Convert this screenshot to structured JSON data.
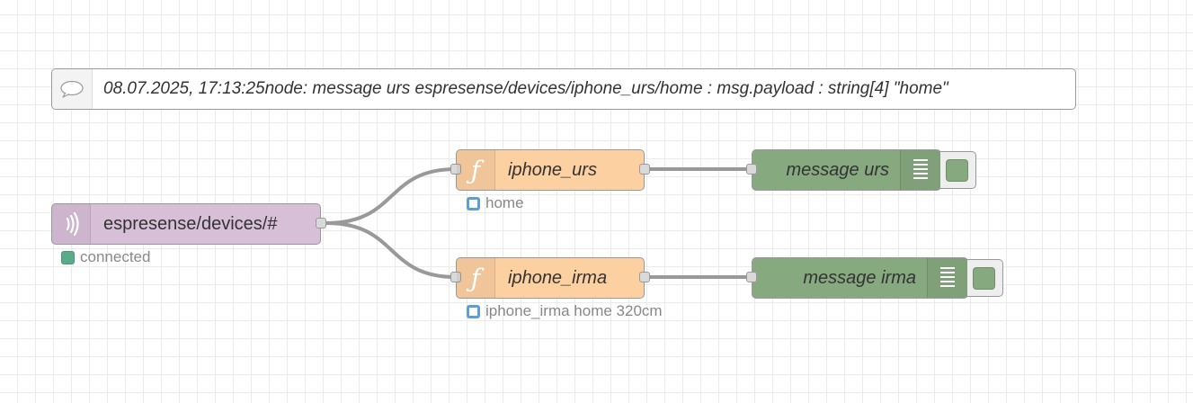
{
  "comment": {
    "text": "08.07.2025, 17:13:25node: message urs espresense/devices/iphone_urs/home : msg.payload : string[4] \"home\"",
    "icon": "speech-bubble-icon"
  },
  "nodes": {
    "mqtt_in": {
      "label": "espresense/devices/#",
      "icon": "bridge-wifi-icon",
      "status": "connected",
      "status_color": "#5aab8a"
    },
    "function_urs": {
      "label": "iphone_urs",
      "icon": "function-icon",
      "status": "home",
      "status_color": "#5a9fdc"
    },
    "function_irma": {
      "label": "iphone_irma",
      "icon": "function-icon",
      "status": "iphone_irma home 320cm",
      "status_color": "#5a9fdc"
    },
    "debug_urs": {
      "label": "message urs",
      "icon": "debug-list-icon"
    },
    "debug_irma": {
      "label": "message irma",
      "icon": "debug-list-icon"
    }
  },
  "colors": {
    "function_node": "#fdd0a2",
    "mqtt_node": "#d8bfd8",
    "debug_node": "#87a980",
    "wire": "#999999"
  }
}
